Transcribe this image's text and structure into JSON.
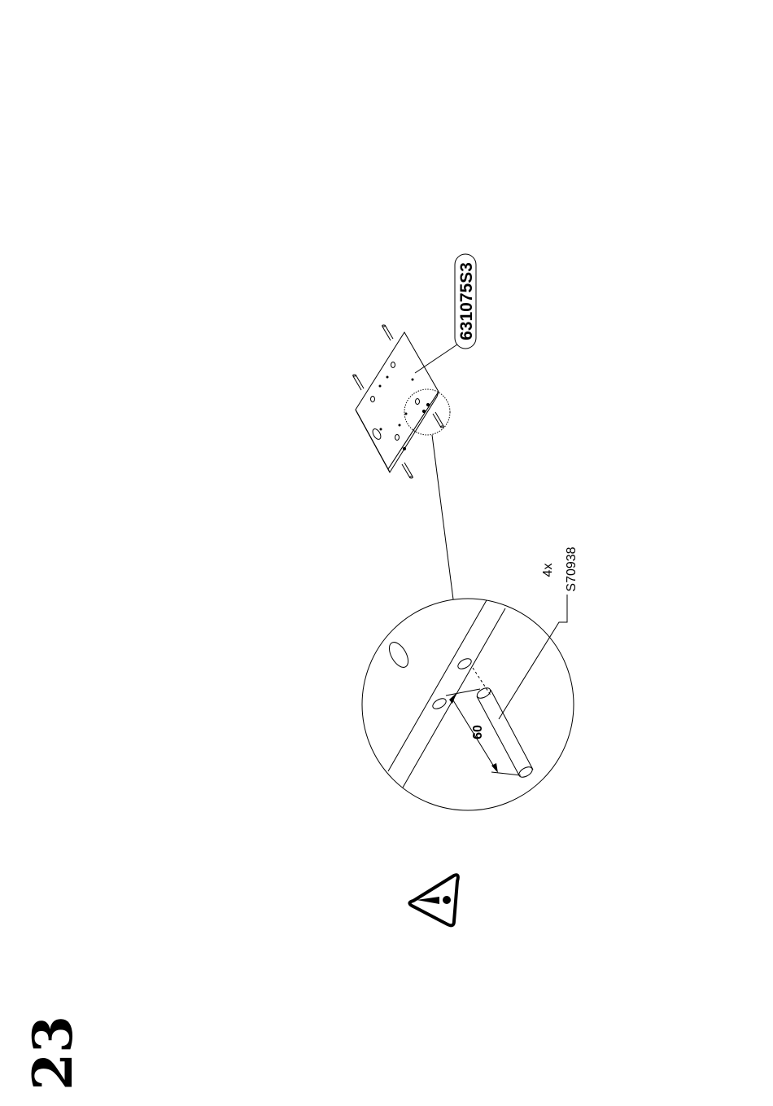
{
  "step": {
    "number": "23"
  },
  "part": {
    "code": "631075S3"
  },
  "detail": {
    "quantity": "4x",
    "hardware_code": "S70938",
    "dimension": "60"
  },
  "icons": {
    "warning": "warning-triangle-icon"
  }
}
